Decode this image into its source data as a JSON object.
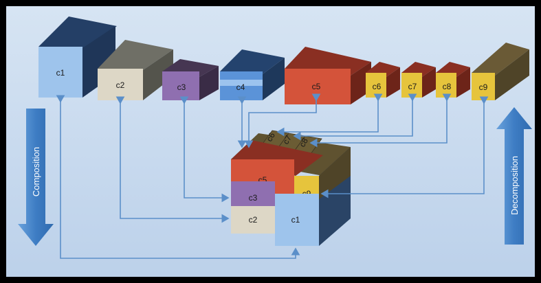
{
  "diagram": {
    "cubes_top": [
      {
        "id": "c1",
        "label": "c1",
        "front": "#9ec4ec",
        "top": "#243f66",
        "side": "#1f3658"
      },
      {
        "id": "c2",
        "label": "c2",
        "front": "#ddd7c6",
        "top": "#6f6f66",
        "side": "#54544c"
      },
      {
        "id": "c3",
        "label": "c3",
        "front": "#8f6fb0",
        "top": "#463652",
        "side": "#3a2c46"
      },
      {
        "id": "c4",
        "label": "c4",
        "front": "#5b93d8",
        "top": "#24436e",
        "side": "#1e385b"
      },
      {
        "id": "c5",
        "label": "c5",
        "front": "#d4533a",
        "top": "#8a2f22",
        "side": "#6d2419"
      },
      {
        "id": "c6",
        "label": "c6",
        "front": "#e6c43c",
        "top": "#8a2f22",
        "side": "#6d2419"
      },
      {
        "id": "c7",
        "label": "c7",
        "front": "#e6c43c",
        "top": "#8a2f22",
        "side": "#6d2419"
      },
      {
        "id": "c8",
        "label": "c8",
        "front": "#e6c43c",
        "top": "#8a2f22",
        "side": "#6d2419"
      },
      {
        "id": "c9",
        "label": "c9",
        "front": "#e6c43c",
        "top": "#6a5a36",
        "side": "#4f4428"
      }
    ],
    "composite": {
      "c5": "c5",
      "c3": "c3",
      "c2": "c2",
      "c1": "c1",
      "c9": "c9",
      "top_labels": [
        "c6",
        "c7",
        "c8"
      ]
    },
    "left_arrow": {
      "label": "Composition",
      "color": "#4a86c8"
    },
    "right_arrow": {
      "label": "Decomposition",
      "color": "#4a86c8"
    },
    "colors": {
      "background": "#c8d9ee",
      "frame": "#000000",
      "connector": "#5b8fc9"
    }
  }
}
